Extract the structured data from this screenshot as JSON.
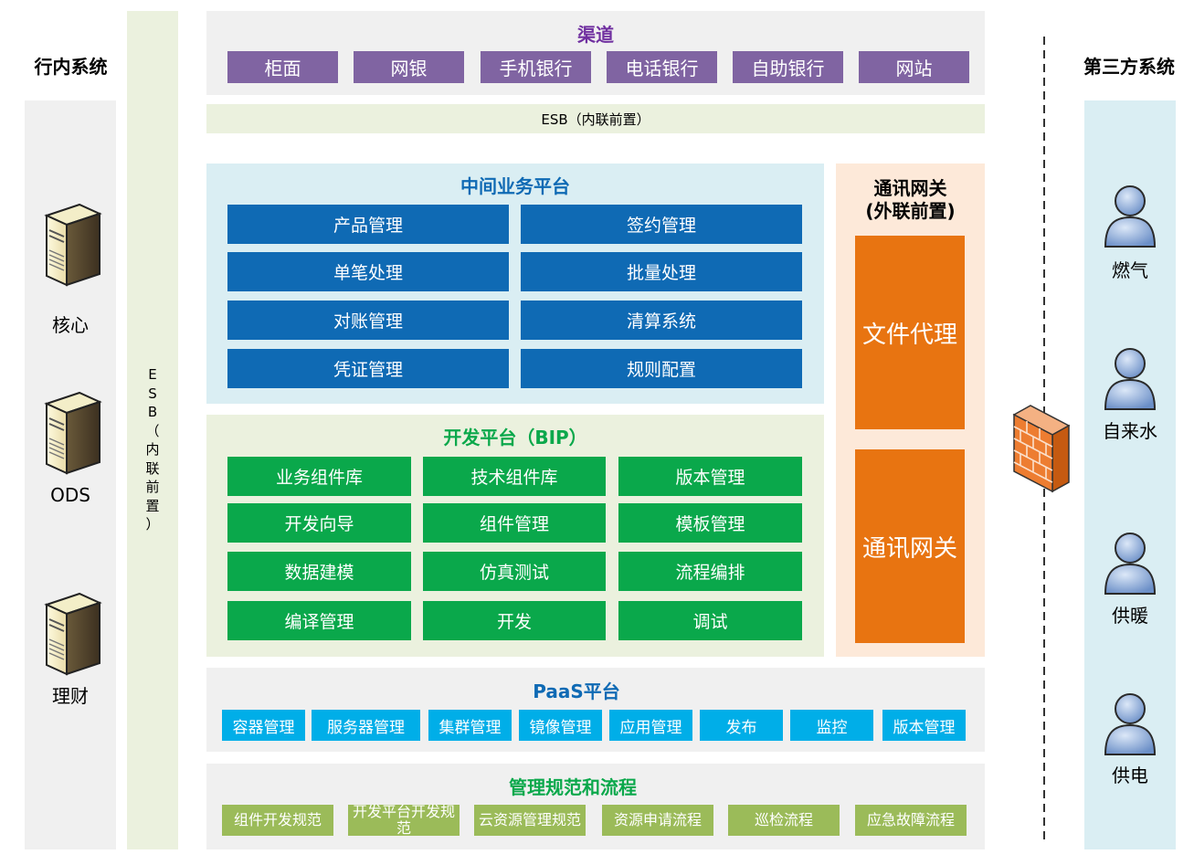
{
  "left": {
    "title": "行内系统",
    "systems": [
      {
        "label": "核心",
        "icon": "server-icon"
      },
      {
        "label": "ODS",
        "icon": "server-icon"
      },
      {
        "label": "理财",
        "icon": "server-icon"
      }
    ]
  },
  "esb_vertical": {
    "chars": [
      "E",
      "S",
      "B",
      "（",
      "内",
      "联",
      "前",
      "置",
      "）"
    ]
  },
  "channels": {
    "title": "渠道",
    "items": [
      "柜面",
      "网银",
      "手机银行",
      "电话银行",
      "自助银行",
      "网站"
    ]
  },
  "esb_horizontal": {
    "label": "ESB（内联前置）"
  },
  "middle": {
    "title": "中间业务平台",
    "items": [
      "产品管理",
      "签约管理",
      "单笔处理",
      "批量处理",
      "对账管理",
      "清算系统",
      "凭证管理",
      "规则配置"
    ]
  },
  "bip": {
    "title": "开发平台（BIP）",
    "items": [
      "业务组件库",
      "技术组件库",
      "版本管理",
      "开发向导",
      "组件管理",
      "模板管理",
      "数据建模",
      "仿真测试",
      "流程编排",
      "编译管理",
      "开发",
      "调试"
    ]
  },
  "gateway": {
    "title_line1": "通讯网关",
    "title_line2": "(外联前置)",
    "items": [
      "文件代理",
      "通讯网关"
    ]
  },
  "paas": {
    "title": "PaaS平台",
    "items": [
      "容器管理",
      "服务器管理",
      "集群管理",
      "镜像管理",
      "应用管理",
      "发布",
      "监控",
      "版本管理"
    ]
  },
  "mgmt": {
    "title": "管理规范和流程",
    "items": [
      "组件开发规范",
      "开发平台开发规范",
      "云资源管理规范",
      "资源申请流程",
      "巡检流程",
      "应急故障流程"
    ]
  },
  "right": {
    "title": "第三方系统",
    "systems": [
      {
        "label": "燃气",
        "icon": "person-icon"
      },
      {
        "label": "自来水",
        "icon": "person-icon"
      },
      {
        "label": "供暖",
        "icon": "person-icon"
      },
      {
        "label": "供电",
        "icon": "person-icon"
      }
    ]
  },
  "colors": {
    "purple": "#8064a2",
    "blue": "#0f6ab4",
    "green": "#0aa84b",
    "cyan": "#00aee8",
    "olive": "#9bbb59",
    "orange": "#e87411",
    "title_blue": "#0f6ab4",
    "title_green": "#0aa84b"
  }
}
